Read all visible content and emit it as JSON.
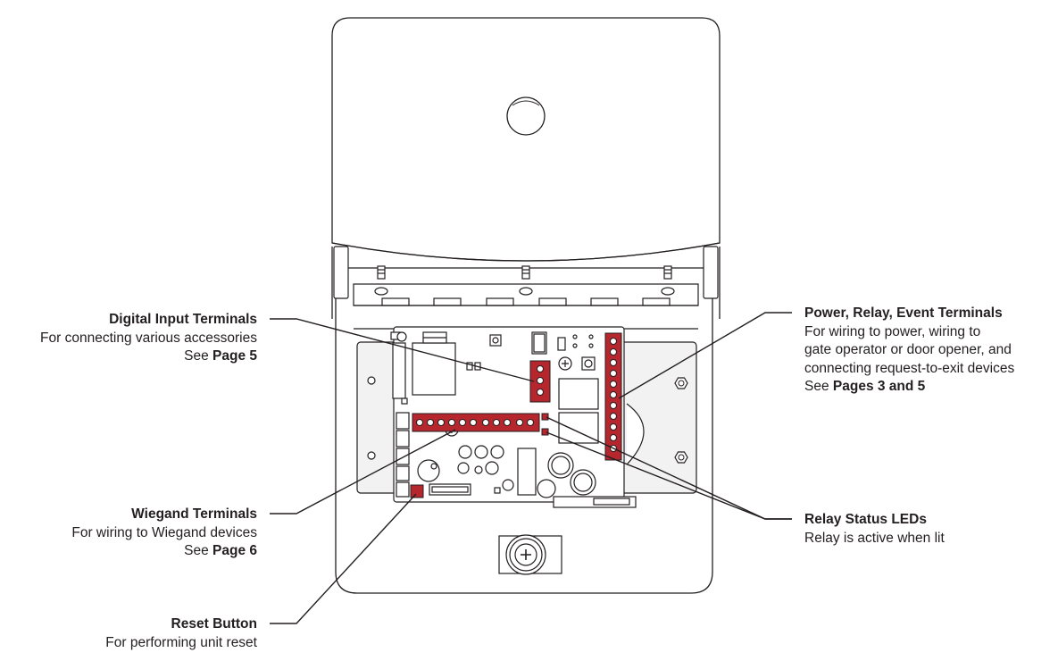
{
  "colors": {
    "outline": "#231f20",
    "terminal_red": "#b5262d",
    "plate_gray": "#f2f2f2",
    "leader": "#231f20"
  },
  "callouts": {
    "digital": {
      "title": "Digital Input Terminals",
      "desc": "For connecting various accessories",
      "see_prefix": "See ",
      "see_ref": "Page 5"
    },
    "wiegand": {
      "title": "Wiegand Terminals",
      "desc": "For wiring to Wiegand devices",
      "see_prefix": "See ",
      "see_ref": "Page 6"
    },
    "reset": {
      "title": "Reset Button",
      "desc": "For performing unit reset"
    },
    "power": {
      "title": "Power, Relay, Event Terminals",
      "desc_lines": [
        "For wiring to power, wiring to",
        "gate operator or door opener, and",
        "connecting request-to-exit devices"
      ],
      "see_prefix": "See ",
      "see_ref": "Pages 3 and 5"
    },
    "relay": {
      "title": "Relay Status LEDs",
      "desc": "Relay is active when lit"
    }
  }
}
